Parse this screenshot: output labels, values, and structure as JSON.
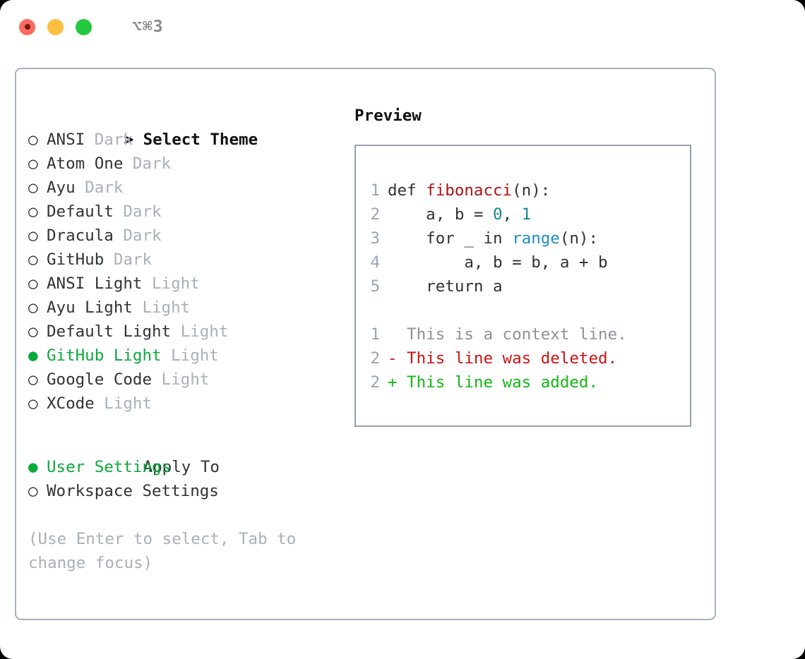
{
  "titlebar": {
    "shortcut": "⌥⌘3",
    "buttons": [
      {
        "name": "close",
        "color": "#fb6a5e"
      },
      {
        "name": "minimize",
        "color": "#fbbe40"
      },
      {
        "name": "maximize",
        "color": "#21c840"
      }
    ]
  },
  "theme_list": {
    "caret": ">",
    "header": "Select Theme",
    "marker_unselected": "○",
    "marker_selected": "●",
    "items": [
      {
        "label": "ANSI",
        "tag": "Dark",
        "selected": false
      },
      {
        "label": "Atom One",
        "tag": "Dark",
        "selected": false
      },
      {
        "label": "Ayu",
        "tag": "Dark",
        "selected": false
      },
      {
        "label": "Default",
        "tag": "Dark",
        "selected": false
      },
      {
        "label": "Dracula",
        "tag": "Dark",
        "selected": false
      },
      {
        "label": "GitHub",
        "tag": "Dark",
        "selected": false
      },
      {
        "label": "ANSI Light",
        "tag": "Light",
        "selected": false
      },
      {
        "label": "Ayu Light",
        "tag": "Light",
        "selected": false
      },
      {
        "label": "Default Light",
        "tag": "Light",
        "selected": false
      },
      {
        "label": "GitHub Light",
        "tag": "Light",
        "selected": true
      },
      {
        "label": "Google Code",
        "tag": "Light",
        "selected": false
      },
      {
        "label": "XCode",
        "tag": "Light",
        "selected": false
      }
    ]
  },
  "apply_to": {
    "header": "Apply To",
    "items": [
      {
        "label": "User Settings",
        "selected": true
      },
      {
        "label": "Workspace Settings",
        "selected": false
      }
    ]
  },
  "hint": "(Use Enter to select, Tab to change focus)",
  "preview": {
    "title": "Preview",
    "code_lines": [
      {
        "num": "1",
        "tokens": [
          {
            "text": "def ",
            "kind": "kw"
          },
          {
            "text": "fibonacci",
            "kind": "fn"
          },
          {
            "text": "(n):",
            "kind": "plain"
          }
        ]
      },
      {
        "num": "2",
        "tokens": [
          {
            "text": "    a, b = ",
            "kind": "plain"
          },
          {
            "text": "0",
            "kind": "num"
          },
          {
            "text": ", ",
            "kind": "plain"
          },
          {
            "text": "1",
            "kind": "num"
          }
        ]
      },
      {
        "num": "3",
        "tokens": [
          {
            "text": "    for _ in ",
            "kind": "kw"
          },
          {
            "text": "range",
            "kind": "builtin"
          },
          {
            "text": "(n):",
            "kind": "plain"
          }
        ]
      },
      {
        "num": "4",
        "tokens": [
          {
            "text": "        a, b = b, a + b",
            "kind": "plain"
          }
        ]
      },
      {
        "num": "5",
        "tokens": [
          {
            "text": "    return a",
            "kind": "kw"
          }
        ]
      }
    ],
    "diff_lines": [
      {
        "num": "1",
        "sign": " ",
        "text": "This is a context line.",
        "kind": "context"
      },
      {
        "num": "2",
        "sign": "-",
        "text": "This line was deleted.",
        "kind": "del"
      },
      {
        "num": "2",
        "sign": "+",
        "text": "This line was added.",
        "kind": "add"
      }
    ]
  },
  "colors": {
    "accent_green": "#0ba93c",
    "diff_add": "#12b812",
    "diff_del": "#cc1212",
    "muted": "#a8b0bb",
    "border": "#a7b1c0",
    "preview_border": "#94a1b3",
    "syntax_function": "#aa1414",
    "syntax_number": "#11888c",
    "syntax_builtin": "#1b8ec7"
  }
}
